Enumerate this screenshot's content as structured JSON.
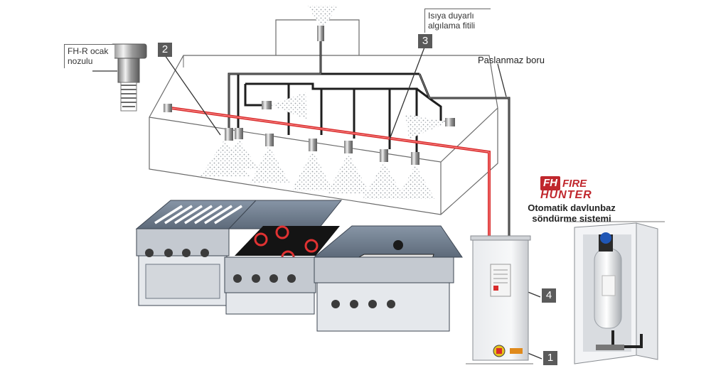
{
  "labels": {
    "nozzle": "FH-R ocak nozulu",
    "sensor": "Isıya duyarlı algılama fitili",
    "pipe": "Paslanmaz boru",
    "system": "Otomatik davlunbaz söndürme sistemi"
  },
  "callout_numbers": [
    "1",
    "2",
    "3",
    "4"
  ],
  "brand": {
    "logo_mark": "FH",
    "line1": "FIRE",
    "line2": "HUNTER",
    "color": "#c0272d"
  },
  "colors": {
    "red_line": "#d82c2c",
    "pipe": "#1e1e1e",
    "hood_stroke": "#6b6b6b",
    "appliance_top": "#6f7d8e",
    "appliance_body": "#d7dbe0"
  }
}
